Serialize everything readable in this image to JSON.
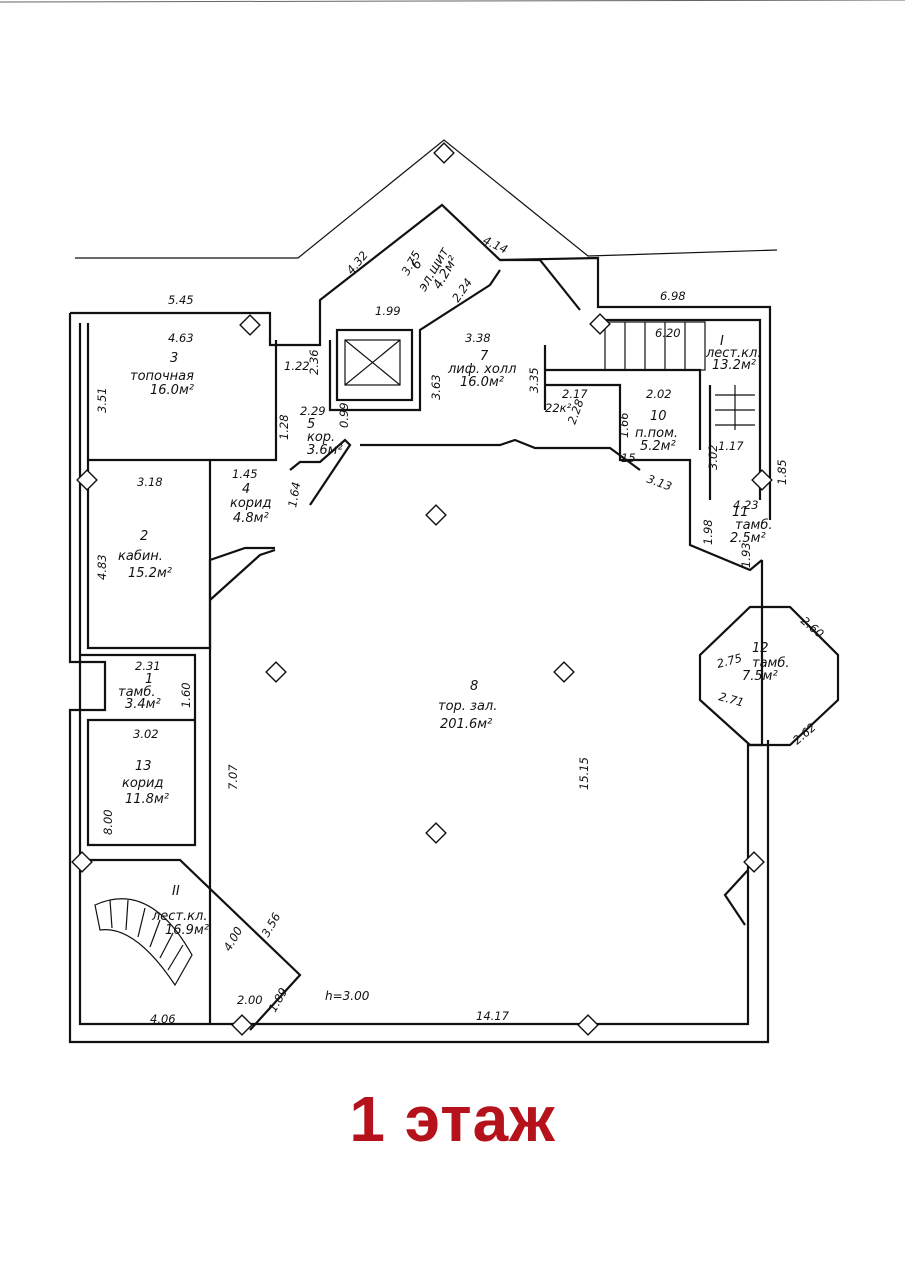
{
  "title": "1 этаж",
  "colors": {
    "title": "#b5121b",
    "lines": "#111111"
  },
  "height_note": "h=3.00",
  "rooms": [
    {
      "id": "r3",
      "number": "3",
      "name": "топочная",
      "area": "16.0м²"
    },
    {
      "id": "r2",
      "number": "2",
      "name": "кабин.",
      "area": "15.2м²"
    },
    {
      "id": "r1",
      "number": "1",
      "name": "тамб.",
      "area": "3.4м²"
    },
    {
      "id": "r13",
      "number": "13",
      "name": "корид",
      "area": "11.8м²"
    },
    {
      "id": "rII",
      "number": "II",
      "name": "лест.кл.",
      "area": "16.9м²"
    },
    {
      "id": "r8",
      "number": "8",
      "name": "тор. зал.",
      "area": "201.6м²"
    },
    {
      "id": "r4",
      "number": "4",
      "name": "корид",
      "area": "4.8м²"
    },
    {
      "id": "r5",
      "number": "5",
      "name": "кор.",
      "area": "3.6м²"
    },
    {
      "id": "r6",
      "number": "6",
      "name": "эл.щит",
      "area": "4.2м²"
    },
    {
      "id": "r7",
      "number": "7",
      "name": "лиф. холл",
      "area": "16.0м²"
    },
    {
      "id": "r10",
      "number": "10",
      "name": "п.пом.",
      "area": "5.2м²"
    },
    {
      "id": "rI",
      "number": "I",
      "name": "лест.кл.",
      "area": "13.2м²"
    },
    {
      "id": "r11",
      "number": "11",
      "name": "тамб.",
      "area": "2.5м²"
    },
    {
      "id": "r12",
      "number": "12",
      "name": "тамб.",
      "area": "7.5м²"
    }
  ],
  "dimensions": [
    "5.45",
    "4.63",
    "3.51",
    "3.18",
    "4.83",
    "2.31",
    "1.60",
    "3.02",
    "8.00",
    "2.36",
    "1.22",
    "2.29",
    "0.99",
    "1.28",
    "1.45",
    "1.64",
    "4.32",
    "3.75",
    "2.24",
    "1.99",
    "4.14",
    "3.38",
    "3.63",
    "3.35",
    "2.17",
    "2.28",
    "22к²",
    "6.98",
    "6.20",
    "2.02",
    "1.66",
    "15",
    "3.13",
    "3.02",
    "1.17",
    "1.85",
    "1.98",
    "4.23",
    "1.93",
    "2.75",
    "2.60",
    "2.71",
    "2.62",
    "7.07",
    "15.15",
    "4.00",
    "3.56",
    "2.00",
    "1.89",
    "4.06",
    "14.17"
  ]
}
